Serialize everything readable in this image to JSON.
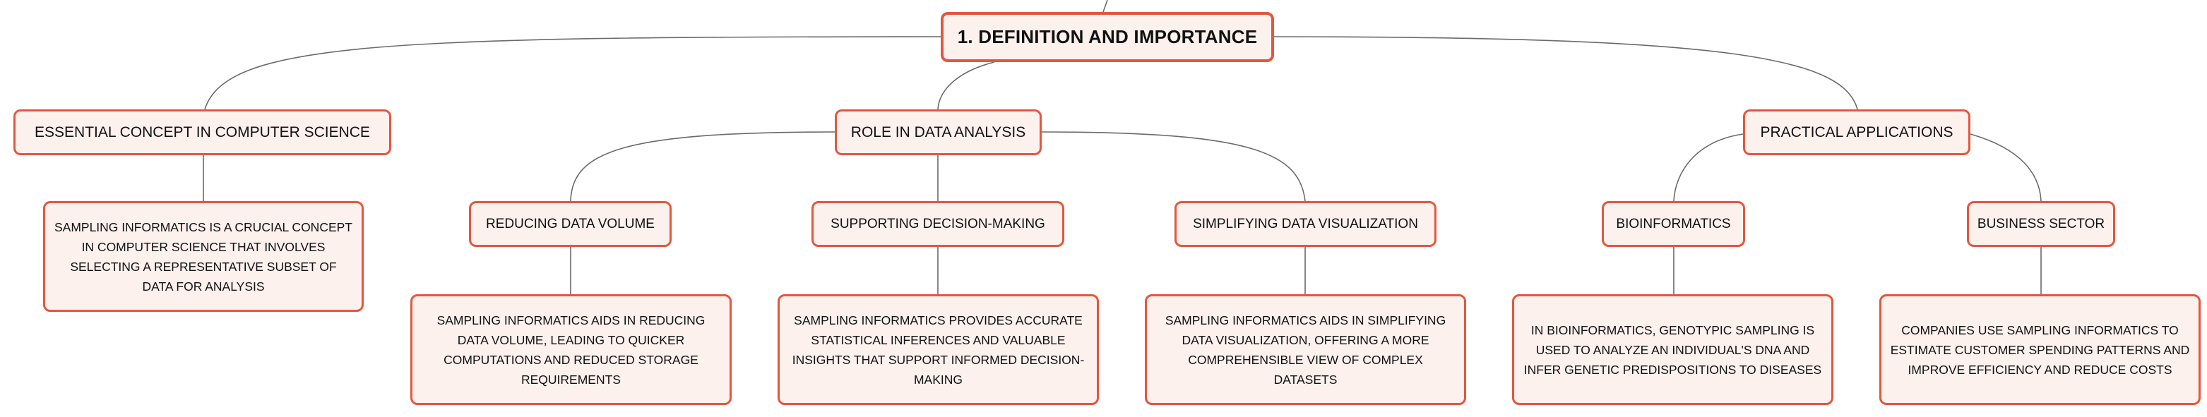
{
  "diagram": {
    "root": {
      "label": "1. DEFINITION AND IMPORTANCE"
    },
    "branches": [
      {
        "label": "ESSENTIAL CONCEPT IN COMPUTER SCIENCE",
        "detail": "SAMPLING INFORMATICS IS A CRUCIAL CONCEPT IN COMPUTER SCIENCE THAT INVOLVES SELECTING A REPRESENTATIVE SUBSET OF DATA FOR ANALYSIS"
      },
      {
        "label": "ROLE IN DATA ANALYSIS",
        "children": [
          {
            "label": "REDUCING DATA VOLUME",
            "detail": "SAMPLING INFORMATICS AIDS IN REDUCING DATA VOLUME, LEADING TO QUICKER COMPUTATIONS AND REDUCED STORAGE REQUIREMENTS"
          },
          {
            "label": "SUPPORTING DECISION-MAKING",
            "detail": "SAMPLING INFORMATICS PROVIDES ACCURATE STATISTICAL INFERENCES AND VALUABLE INSIGHTS THAT SUPPORT INFORMED DECISION-MAKING"
          },
          {
            "label": "SIMPLIFYING DATA VISUALIZATION",
            "detail": "SAMPLING INFORMATICS AIDS IN SIMPLIFYING DATA VISUALIZATION, OFFERING A MORE COMPREHENSIBLE VIEW OF COMPLEX DATASETS"
          }
        ]
      },
      {
        "label": "PRACTICAL APPLICATIONS",
        "children": [
          {
            "label": "BIOINFORMATICS",
            "detail": "IN BIOINFORMATICS, GENOTYPIC SAMPLING IS USED TO ANALYZE AN INDIVIDUAL'S DNA AND INFER GENETIC PREDISPOSITIONS TO DISEASES"
          },
          {
            "label": "BUSINESS SECTOR",
            "detail": "COMPANIES USE SAMPLING INFORMATICS TO ESTIMATE CUSTOMER SPENDING PATTERNS AND IMPROVE EFFICIENCY AND REDUCE COSTS"
          }
        ]
      }
    ]
  },
  "colors": {
    "node_border": "#e3573e",
    "node_fill": "#fdf1ed",
    "connector": "#6a6a6a",
    "text": "#111111"
  }
}
